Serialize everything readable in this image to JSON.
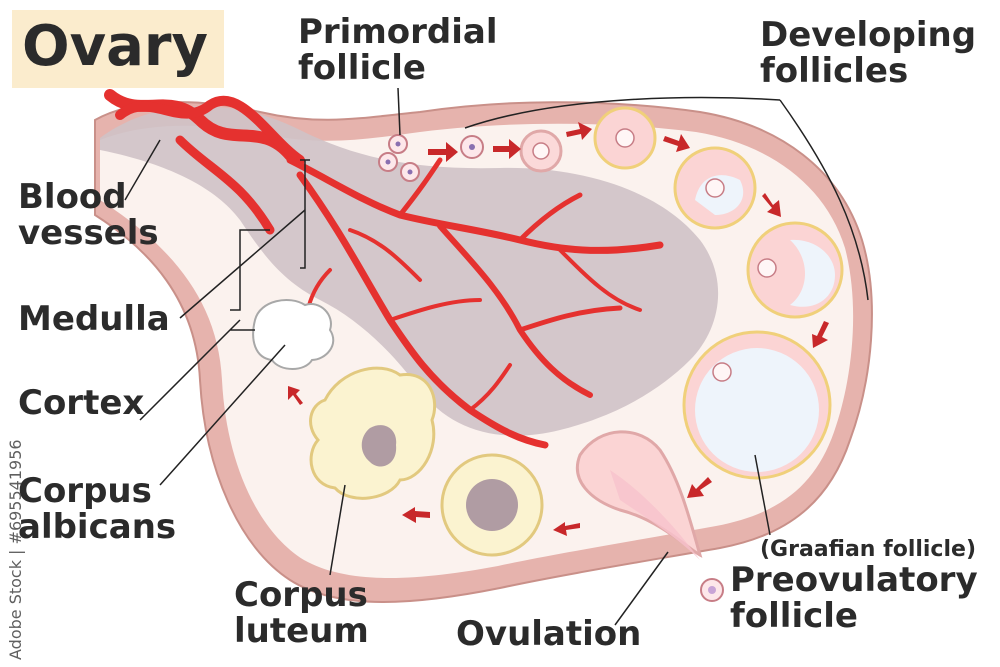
{
  "title": "Ovary",
  "labels": {
    "primordial_follicle": [
      "Primordial",
      "follicle"
    ],
    "developing_follicles": [
      "Developing",
      "follicles"
    ],
    "blood_vessels": [
      "Blood",
      "vessels"
    ],
    "medulla": "Medulla",
    "cortex": "Cortex",
    "corpus_albicans": [
      "Corpus",
      "albicans"
    ],
    "corpus_luteum": [
      "Corpus",
      "luteum"
    ],
    "ovulation": "Ovulation",
    "graafian_follicle": "(Graafian follicle)",
    "preovulatory_follicle": [
      "Preovulatory",
      "follicle"
    ]
  },
  "watermark": "Adobe Stock | #695541956",
  "colors": {
    "title_bg": "#fbeccd",
    "text": "#2b2b2b",
    "vessel": "#e5312f",
    "arrow": "#c8282a",
    "medulla": "#cfc2c6",
    "cortex": "#fbf2ee",
    "capsule": "#e6b3ad",
    "luteum": "#fbf3d0"
  }
}
